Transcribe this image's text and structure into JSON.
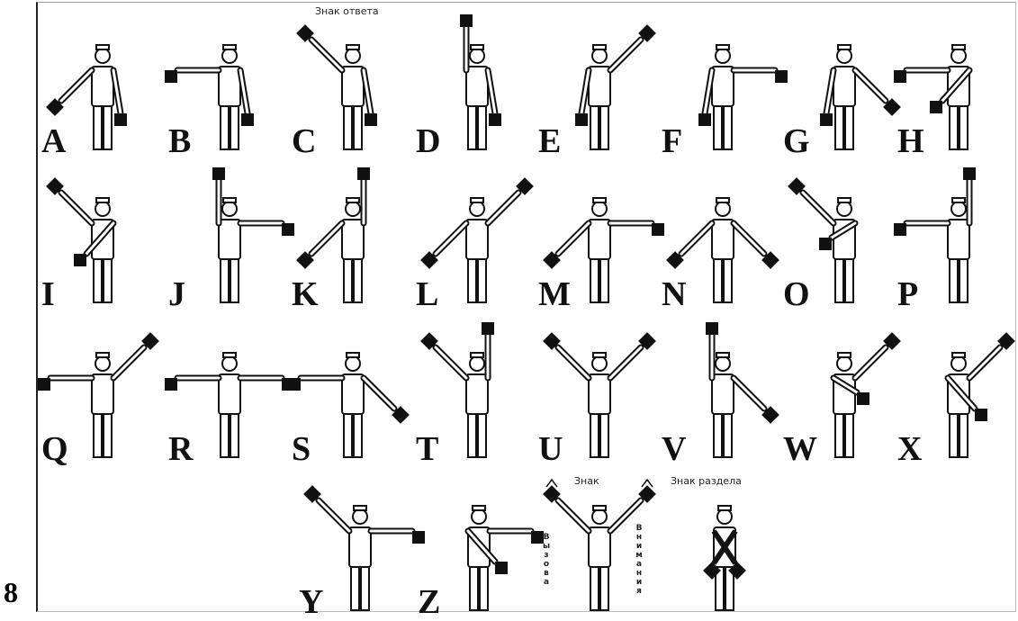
{
  "page_number": "8",
  "captions": {
    "answer_sign": "Знак ответа",
    "section_sign": "Знак раздела",
    "sign": "Знак",
    "call": "Вызова",
    "attention": "Внимания"
  },
  "flag_color": "#111111",
  "figure_color": "#111111",
  "signals": [
    {
      "letter": "A",
      "left": "low-left",
      "right": "down"
    },
    {
      "letter": "B",
      "left": "side",
      "right": "down"
    },
    {
      "letter": "C",
      "left": "up-left",
      "right": "down"
    },
    {
      "letter": "D",
      "left": "up",
      "right": "down"
    },
    {
      "letter": "E",
      "left": "down",
      "right": "up-right"
    },
    {
      "letter": "F",
      "left": "down",
      "right": "side"
    },
    {
      "letter": "G",
      "left": "down",
      "right": "low-right"
    },
    {
      "letter": "H",
      "left": "side",
      "right": "across-low"
    },
    {
      "letter": "I",
      "left": "up-left",
      "right": "across-low"
    },
    {
      "letter": "J",
      "left": "up",
      "right": "side"
    },
    {
      "letter": "K",
      "left": "low-left",
      "right": "up"
    },
    {
      "letter": "L",
      "left": "low-left",
      "right": "up-right"
    },
    {
      "letter": "M",
      "left": "low-left",
      "right": "side"
    },
    {
      "letter": "N",
      "left": "low-left",
      "right": "low-right"
    },
    {
      "letter": "O",
      "left": "up-left",
      "right": "across-mid"
    },
    {
      "letter": "P",
      "left": "side",
      "right": "up"
    },
    {
      "letter": "Q",
      "left": "side",
      "right": "up-right"
    },
    {
      "letter": "R",
      "left": "side",
      "right": "side"
    },
    {
      "letter": "S",
      "left": "side",
      "right": "low-right"
    },
    {
      "letter": "T",
      "left": "up-left",
      "right": "up"
    },
    {
      "letter": "U",
      "left": "up-left",
      "right": "up-right"
    },
    {
      "letter": "V",
      "left": "up",
      "right": "low-right"
    },
    {
      "letter": "W",
      "left": "across-mid",
      "right": "up-right"
    },
    {
      "letter": "X",
      "left": "across-low",
      "right": "up-right"
    },
    {
      "letter": "Y",
      "left": "up-left",
      "right": "side"
    },
    {
      "letter": "Z",
      "left": "across-low",
      "right": "side"
    },
    {
      "letter": "",
      "left": "up-left-flag",
      "right": "up-right-flag"
    },
    {
      "letter": "",
      "left": "cross",
      "right": "cross"
    }
  ]
}
